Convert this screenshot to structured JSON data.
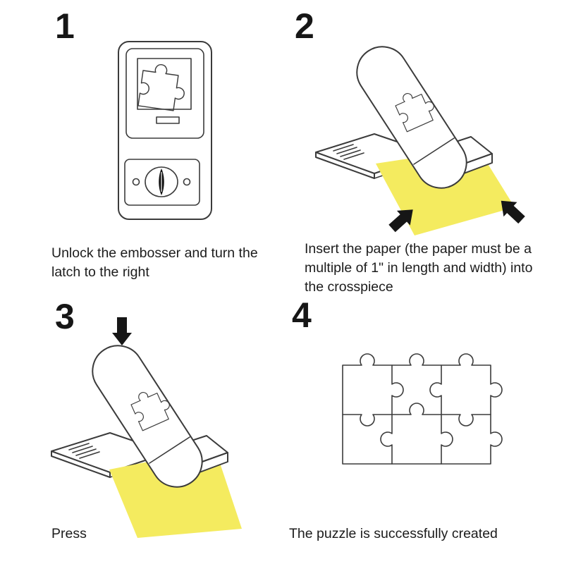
{
  "colors": {
    "outline": "#3b3b3b",
    "paper": "#f4eb5f",
    "ink": "#161616"
  },
  "steps": [
    {
      "number": "1",
      "caption": "Unlock the embosser and turn the latch to the right"
    },
    {
      "number": "2",
      "caption": "Insert the paper (the paper must be a multiple of 1\" in length and width) into the crosspiece"
    },
    {
      "number": "3",
      "caption": "Press"
    },
    {
      "number": "4",
      "caption": "The puzzle is successfully created"
    }
  ]
}
